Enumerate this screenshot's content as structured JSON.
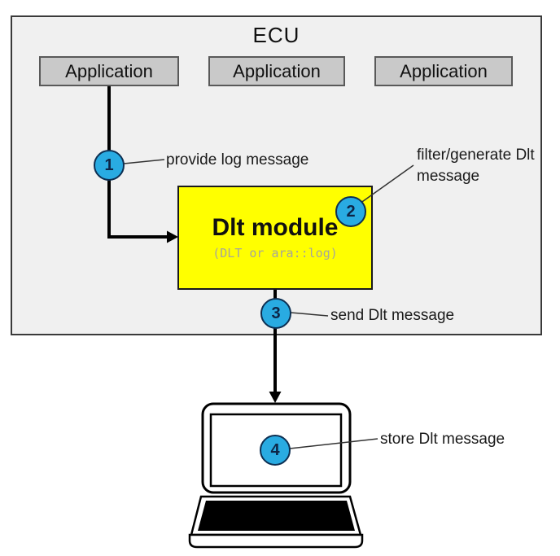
{
  "ecu": {
    "title": "ECU"
  },
  "applications": [
    {
      "label": "Application"
    },
    {
      "label": "Application"
    },
    {
      "label": "Application"
    }
  ],
  "dlt_module": {
    "title": "Dlt module",
    "subtitle": "(DLT or ara::log)"
  },
  "steps": [
    {
      "number": "1",
      "label": "provide log message"
    },
    {
      "number": "2",
      "label": "filter/generate Dlt message"
    },
    {
      "number": "3",
      "label": "send Dlt message"
    },
    {
      "number": "4",
      "label": "store Dlt message"
    }
  ],
  "colors": {
    "badge_fill": "#29abe2",
    "module_fill": "#ffff00",
    "ecu_fill": "#f0f0f0",
    "application_fill": "#c9c9c9"
  }
}
